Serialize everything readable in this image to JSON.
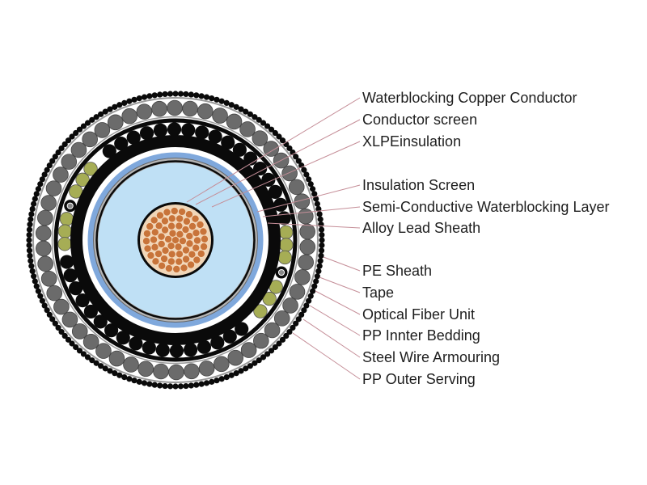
{
  "labels": [
    "Waterblocking Copper Conductor",
    "Conductor screen",
    "XLPEinsulation",
    "Insulation Screen",
    "Semi-Conductive Waterblocking Layer",
    "Alloy Lead Sheath",
    "PE Sheath",
    "Tape",
    "Optical Fiber Unit",
    "PP Innter Bedding",
    "Steel Wire Armouring",
    "PP Outer Serving"
  ],
  "colors": {
    "copper": "#c8743a",
    "insulation": "#bfe0f5",
    "semi_conductive_layer": "#7fa8dc",
    "armour_wire": "#6b6b6b",
    "fiber_filler": "#a6ad55",
    "leader_line": "#c58e98",
    "black": "#0a0a0a"
  }
}
